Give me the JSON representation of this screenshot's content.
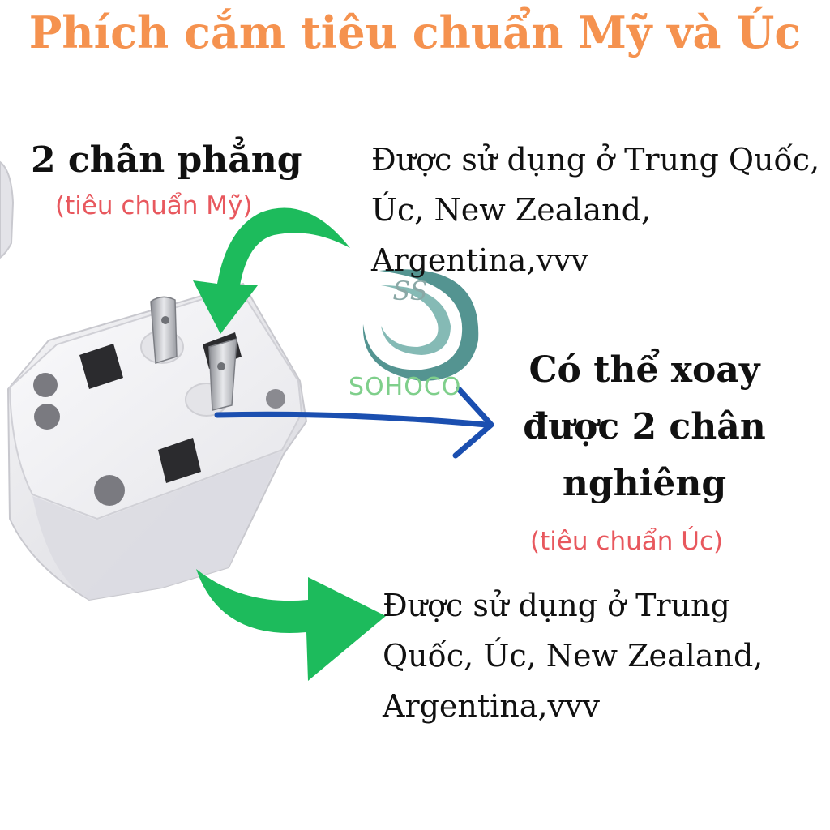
{
  "title": "Phích cắm tiêu chuẩn Mỹ và Úc",
  "flat_pins": {
    "heading": "2 chân phẳng",
    "note": "(tiêu chuẩn Mỹ)",
    "description": "Được sử dụng ở Trung Quốc, Úc, New Zealand, Argentina,vvv"
  },
  "rotatable_pins": {
    "heading": "Có thể xoay được 2 chân nghiêng",
    "note": "(tiêu chuẩn Úc)",
    "description": "Được sử dụng ở Trung Quốc, Úc, New Zealand, Argentina,vvv"
  },
  "watermark": {
    "brand": "SOHOCO",
    "monogram": "SS"
  },
  "colors": {
    "title": "#f5924f",
    "note": "#e8585e",
    "green_arrow": "#1dbb5c",
    "blue_arrow": "#1b4fb0",
    "watermark_teal": "#4b8f8c"
  }
}
